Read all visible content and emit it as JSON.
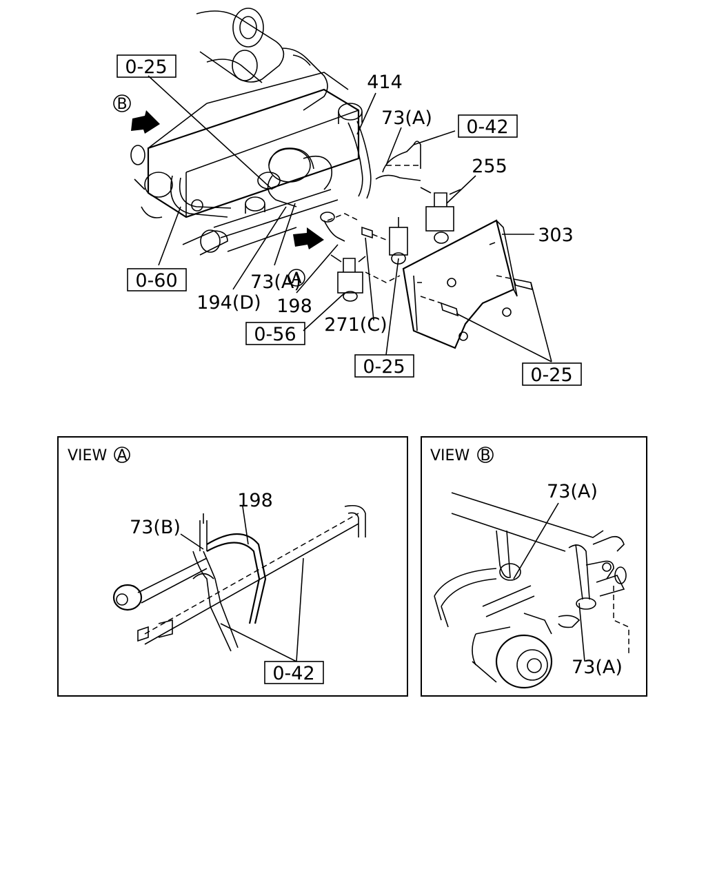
{
  "main": {
    "callouts": {
      "ref_0_25_top": "0-25",
      "ref_0_42": "0-42",
      "ref_0_60": "0-60",
      "ref_0_56": "0-56",
      "ref_0_25_mid": "0-25",
      "ref_0_25_right": "0-25",
      "part_414": "414",
      "part_73a_top": "73(A)",
      "part_255": "255",
      "part_303": "303",
      "part_73a_left": "73(A)",
      "part_194d": "194(D)",
      "part_198": "198",
      "part_271c": "271(C)"
    },
    "markers": {
      "view_a": "A",
      "view_b": "B"
    }
  },
  "view_a": {
    "title_prefix": "VIEW",
    "title_marker": "A",
    "labels": {
      "part_198": "198",
      "part_73b": "73(B)",
      "ref_0_42": "0-42"
    }
  },
  "view_b": {
    "title_prefix": "VIEW",
    "title_marker": "B",
    "labels": {
      "part_73a_top": "73(A)",
      "part_73a_bottom": "73(A)"
    }
  }
}
